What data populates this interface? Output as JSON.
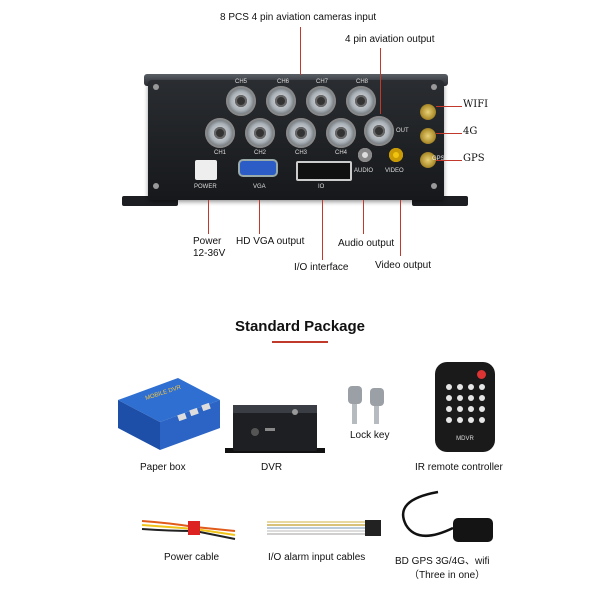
{
  "callouts": {
    "cameras_input": "8 PCS 4 pin aviation cameras input",
    "aviation_output": "4 pin aviation output",
    "wifi": "WIFI",
    "g4": "4G",
    "gps": "GPS",
    "power": "Power",
    "power_range": "12-36V",
    "vga": "HD VGA output",
    "io": "I/O interface",
    "audio": "Audio output",
    "video": "Video output"
  },
  "panel": {
    "ch_top": [
      "CH5",
      "CH6",
      "CH7",
      "CH8"
    ],
    "ch_bottom": [
      "CH1",
      "CH2",
      "CH3",
      "CH4"
    ],
    "out": "OUT",
    "power": "POWER",
    "vga": "VGA",
    "io": "IO",
    "audio": "AUDIO",
    "video": "VIDEO",
    "gps": "GPS"
  },
  "package": {
    "title": "Standard Package",
    "items": {
      "paper_box": "Paper box",
      "dvr": "DVR",
      "lock_key": "Lock key",
      "remote": "IR remote controller",
      "power_cable": "Power cable",
      "io_cables": "I/O alarm input cables",
      "gps_line1": "BD GPS 3G/4G、wifi",
      "gps_line2": "（Three in one）"
    },
    "remote_brand": "MDVR",
    "box_brand": "MOBILE DVR"
  },
  "colors": {
    "accent": "#c0392b"
  }
}
